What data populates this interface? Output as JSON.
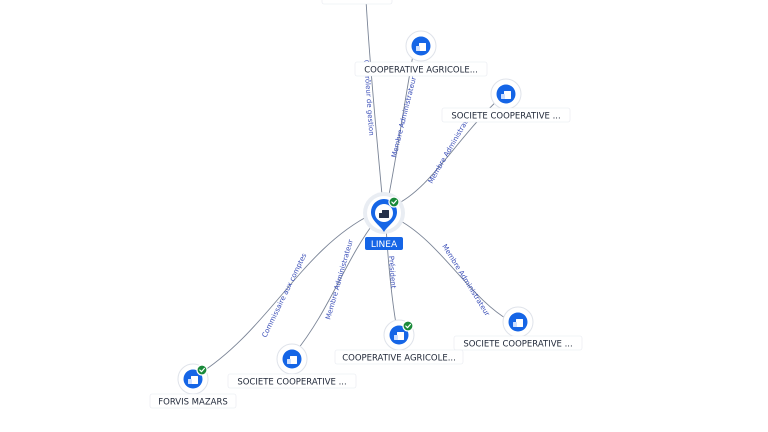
{
  "focus": {
    "label": "LINEA",
    "verified": true
  },
  "nodes": [
    {
      "id": "n1",
      "label": "COOPERATIVE AGRICOLE...",
      "verified": false
    },
    {
      "id": "n2",
      "label": "SOCIETE COOPERATIVE ...",
      "verified": false
    },
    {
      "id": "n3",
      "label": "SOCIETE COOPERATIVE ...",
      "verified": false
    },
    {
      "id": "n4",
      "label": "COOPERATIVE AGRICOLE...",
      "verified": true
    },
    {
      "id": "n5",
      "label": "SOCIETE COOPERATIVE ...",
      "verified": false
    },
    {
      "id": "n6",
      "label": "FORVIS MAZARS",
      "verified": true
    },
    {
      "id": "n7",
      "label": "",
      "verified": false
    }
  ],
  "edges": [
    {
      "from": "focus",
      "to": "n7",
      "label": "Contrôleur de gestion"
    },
    {
      "from": "focus",
      "to": "n1",
      "label": "Membre Administrateur"
    },
    {
      "from": "focus",
      "to": "n2",
      "label": "Membre Administrateur"
    },
    {
      "from": "focus",
      "to": "n3",
      "label": "Membre Administrateur"
    },
    {
      "from": "focus",
      "to": "n4",
      "label": "Président"
    },
    {
      "from": "focus",
      "to": "n5",
      "label": "Membre Administrateur"
    },
    {
      "from": "focus",
      "to": "n6",
      "label": "Commissaire aux comptes"
    }
  ],
  "colors": {
    "node": "#1565e6",
    "badge": "#1a8a3a",
    "edge": "#7a8496",
    "edge_label": "#3b4fb8"
  },
  "icons": {
    "node": "building-icon",
    "badge": "check-badge-icon"
  }
}
